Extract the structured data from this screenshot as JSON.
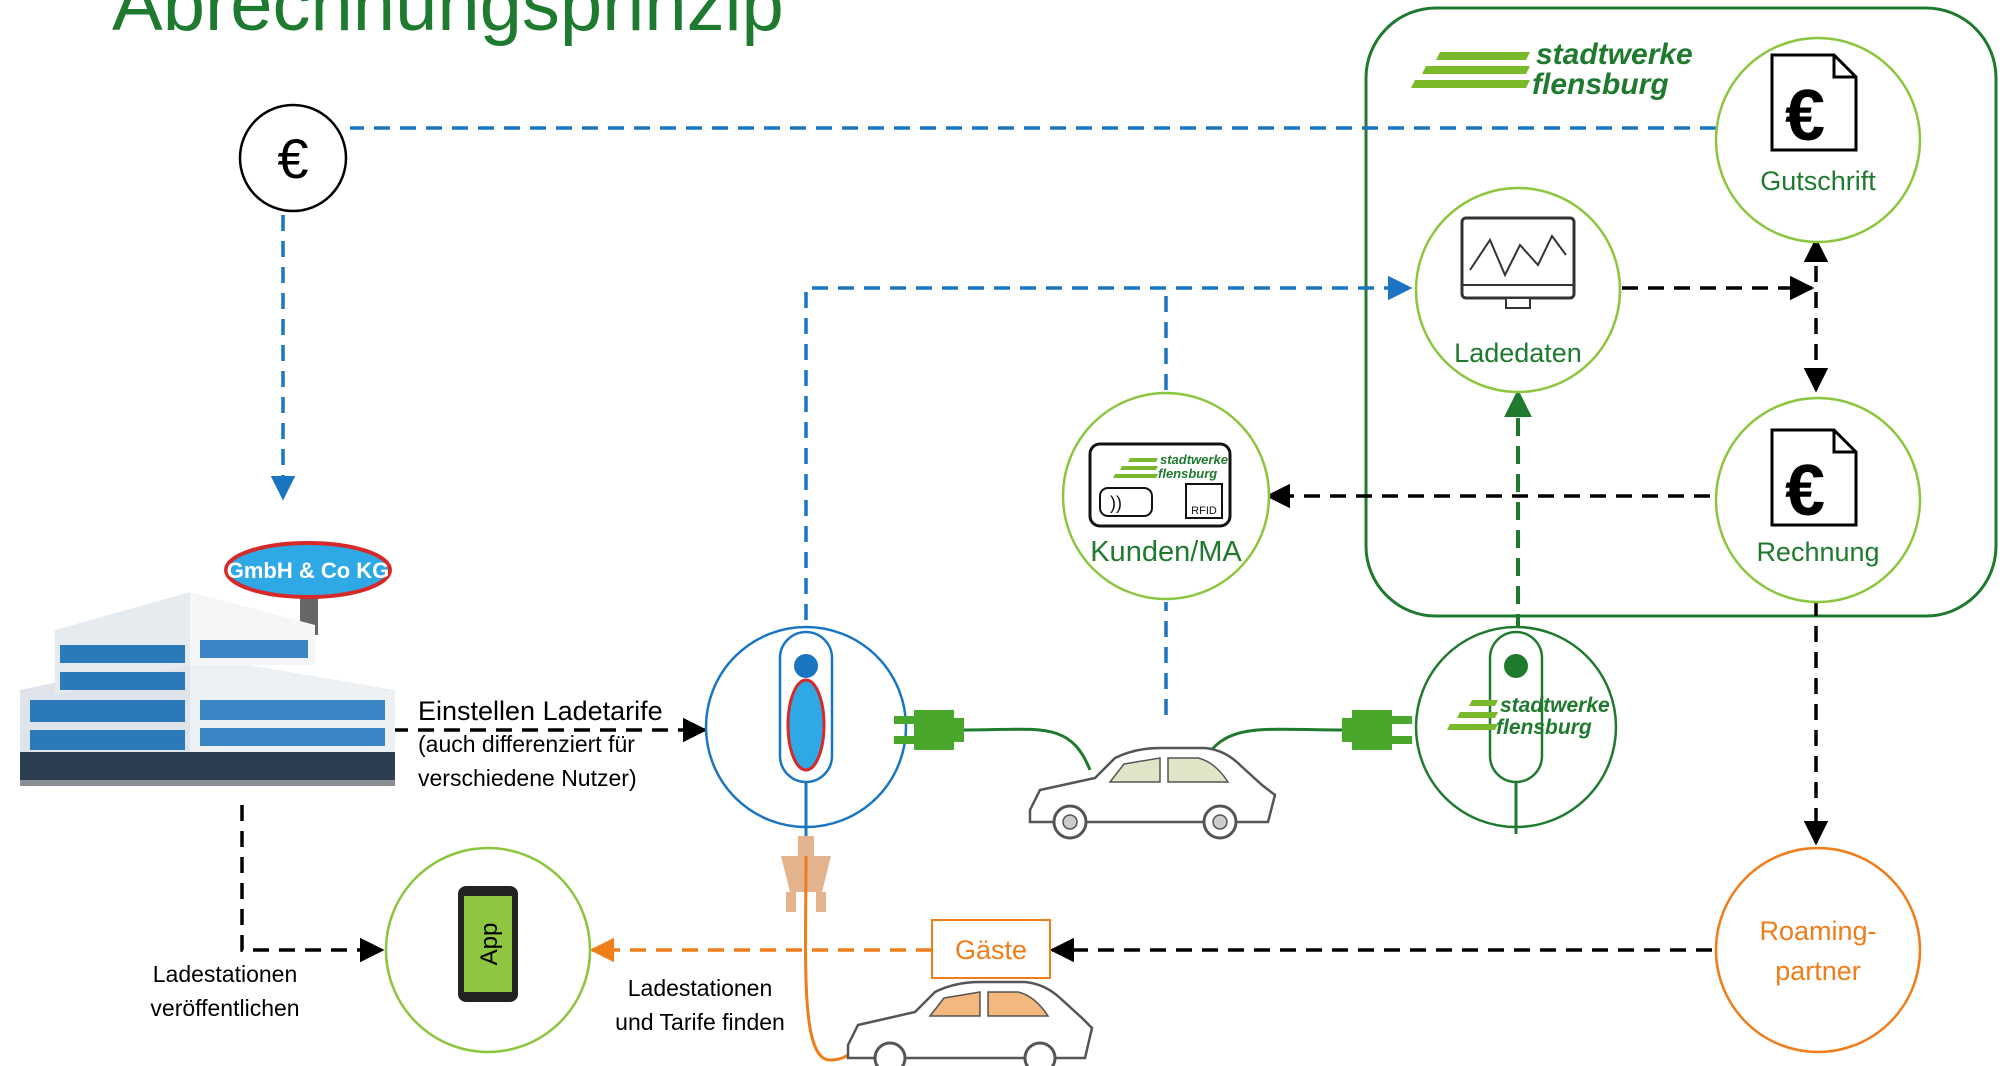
{
  "title": "Abrechnungsprinzip",
  "euro_symbol": "€",
  "company_badge": "GmbH & Co KG",
  "brand": {
    "line1": "stadtwerke",
    "line2": "flensburg"
  },
  "nodes": {
    "gutschrift": "Gutschrift",
    "ladedaten": "Ladedaten",
    "rechnung": "Rechnung",
    "kunden": "Kunden/MA",
    "roaming_line1": "Roaming-",
    "roaming_line2": "partner",
    "gaeste": "Gäste",
    "app": "App",
    "rfid": "RFID"
  },
  "labels": {
    "einstellen_line1": "Einstellen Ladetarife",
    "einstellen_line2": "(auch differenziert für",
    "einstellen_line3": "verschiedene Nutzer)",
    "publish_line1": "Ladestationen",
    "publish_line2": "veröffentlichen",
    "find_line1": "Ladestationen",
    "find_line2": "und Tarife finden"
  },
  "colors": {
    "title_green": "#1e7a2e",
    "brand_green": "#7ab929",
    "node_green": "#8cc63f",
    "dark_green": "#1f7a2e",
    "blue": "#1a75c2",
    "orange": "#ee7d1a",
    "black": "#000000"
  }
}
